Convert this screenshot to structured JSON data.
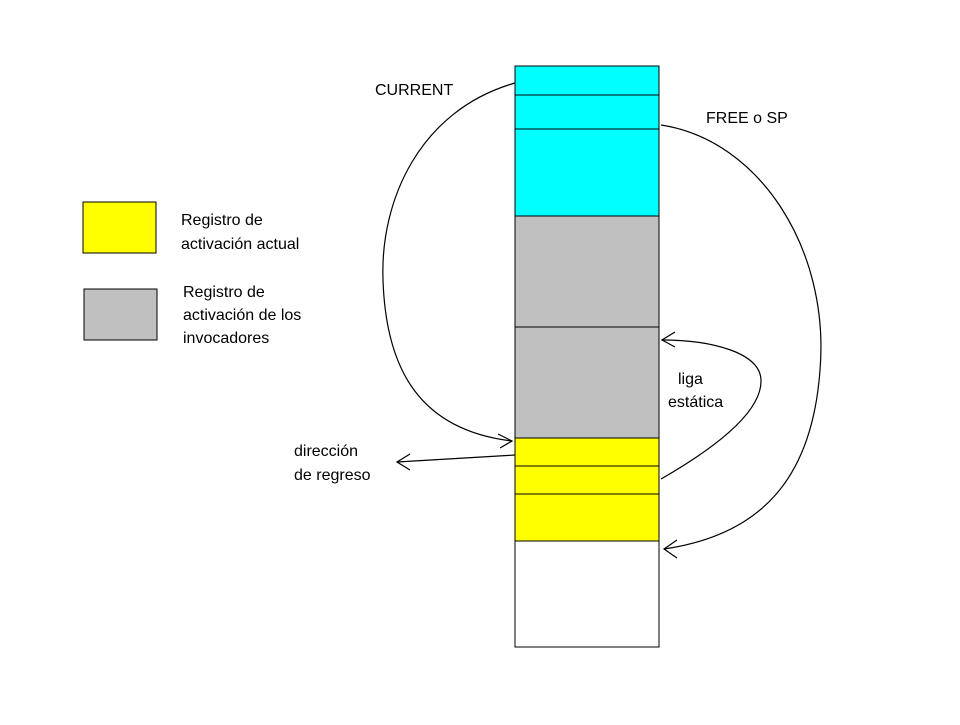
{
  "colors": {
    "current_frame": "#ffff00",
    "caller_frames": "#c0c0c0",
    "free_area": "#00ffff",
    "unused": "#ffffff"
  },
  "legend": {
    "current_line1": "Registro de",
    "current_line2": "activación actual",
    "callers_line1": "Registro de",
    "callers_line2": "activación de los",
    "callers_line3": "invocadores"
  },
  "labels": {
    "current": "CURRENT",
    "free": "FREE o SP",
    "static_line1": "liga",
    "static_line2": "estática",
    "return_line1": "dirección",
    "return_line2": "de regreso"
  }
}
